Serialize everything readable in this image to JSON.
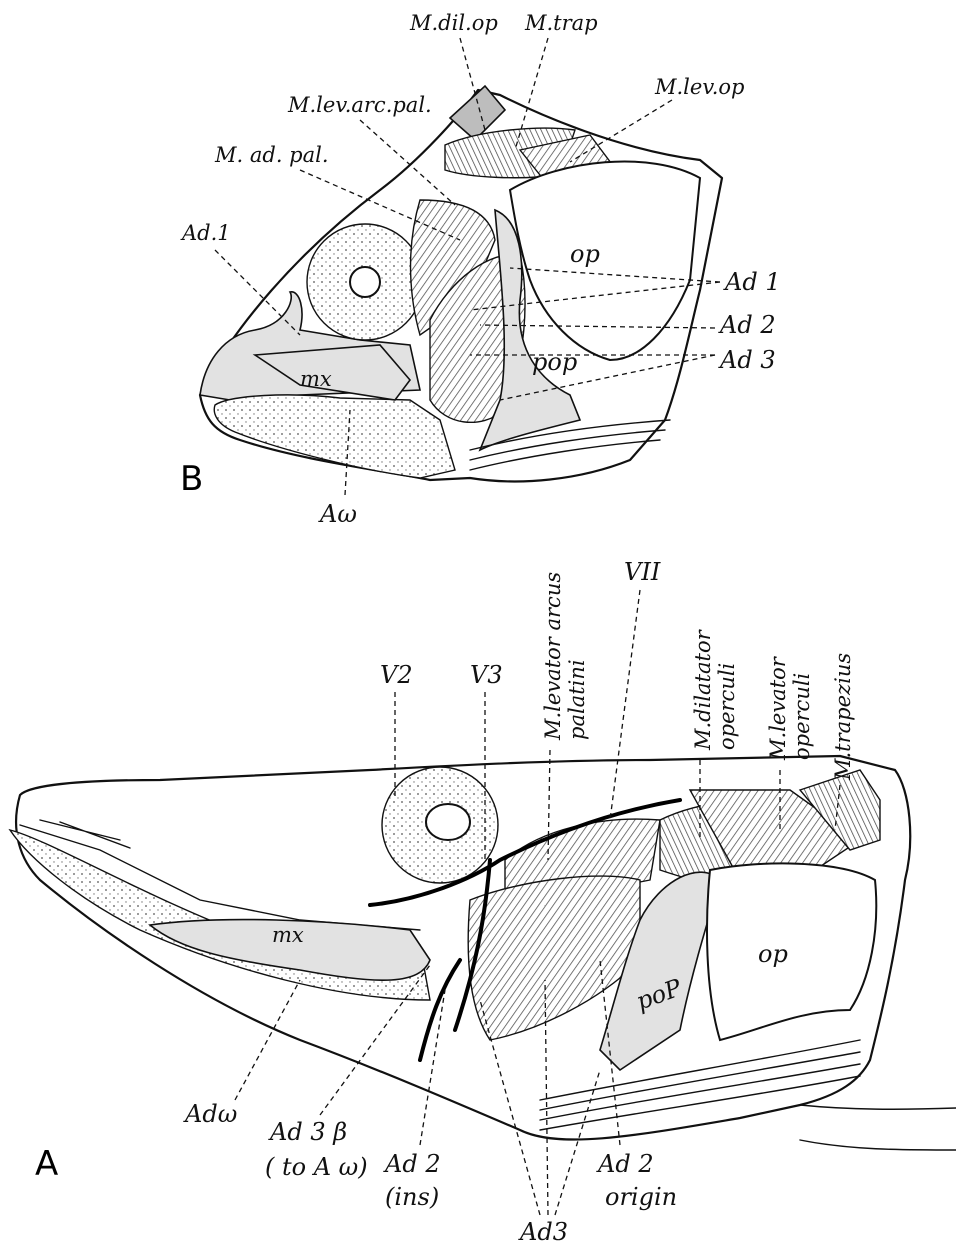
{
  "panel_b": {
    "letter": "B",
    "labels": {
      "m_dil_op": "M.dil.op",
      "m_trap": "M.trap",
      "m_lev_op": "M.lev.op",
      "m_lev_arc_pal": "M.lev.arc.pal.",
      "m_ad_pal": "M. ad. pal.",
      "ad1_left": "Ad.1",
      "op": "op",
      "ad1_right": "Ad 1",
      "ad2": "Ad 2",
      "ad3": "Ad 3",
      "pop": "pop",
      "mx": "mx",
      "a_omega": "Aω"
    }
  },
  "panel_a": {
    "letter": "A",
    "labels": {
      "v2": "V2",
      "v3": "V3",
      "m_levator_arcus_palatini_1": "M.levator arcus",
      "m_levator_arcus_palatini_2": "palatini",
      "vii": "VII",
      "m_dilatator_operculi_1": "M.dilatator",
      "m_dilatator_operculi_2": "operculi",
      "m_levator_operculi_1": "M.levator",
      "m_levator_operculi_2": "operculi",
      "m_trapezius": "M.trapezius",
      "mx": "mx",
      "pop": "poP",
      "op": "op",
      "ad_omega": "Adω",
      "ad3_beta_1": "Ad 3 β",
      "ad3_beta_2": "( to A ω)",
      "ad2_ins_1": "Ad 2",
      "ad2_ins_2": "(ins)",
      "ad2_origin_1": "Ad 2",
      "ad2_origin_2": "origin",
      "ad3": "Ad3"
    }
  }
}
